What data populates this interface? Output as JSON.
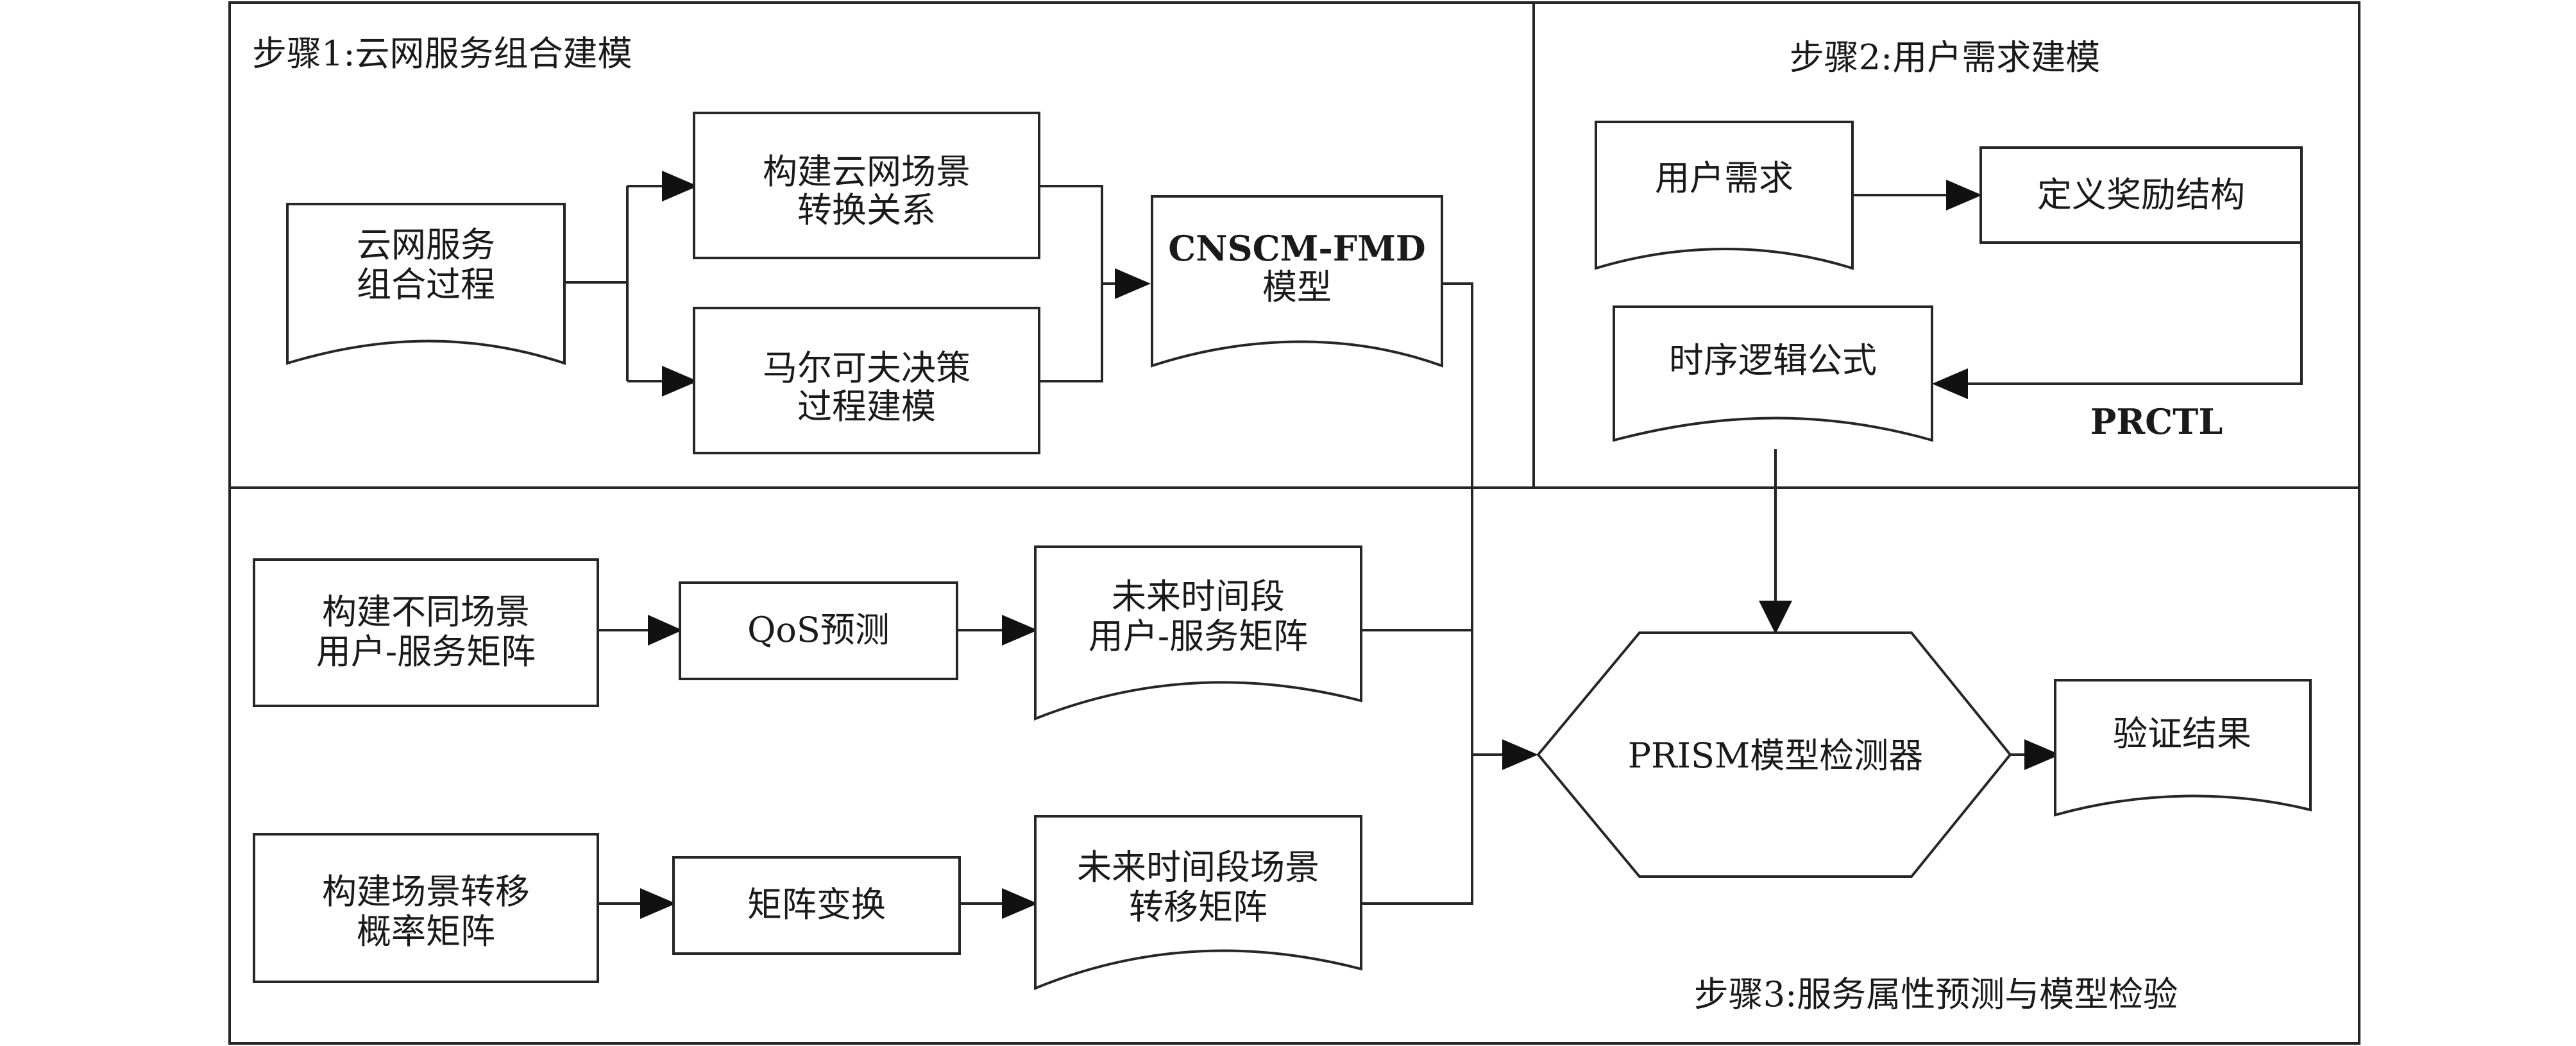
{
  "steps": {
    "step1": "步骤1:云网服务组合建模",
    "step2": "步骤2:用户需求建模",
    "step3": "步骤3:服务属性预测与模型检验"
  },
  "nodes": {
    "process": [
      "云网服务",
      "组合过程"
    ],
    "scene_rel": [
      "构建云网场景",
      "转换关系"
    ],
    "mdp": [
      "马尔可夫决策",
      "过程建模"
    ],
    "cnscm": [
      "CNSCM-FMD",
      "模型"
    ],
    "user_req": "用户需求",
    "reward": "定义奖励结构",
    "temporal": "时序逻辑公式",
    "prctl": "PRCTL",
    "um_build": [
      "构建不同场景",
      "用户-服务矩阵"
    ],
    "qos": "QoS预测",
    "future_um": [
      "未来时间段",
      "用户-服务矩阵"
    ],
    "tp_build": [
      "构建场景转移",
      "概率矩阵"
    ],
    "matrix_tx": "矩阵变换",
    "future_tm": [
      "未来时间段场景",
      "转移矩阵"
    ],
    "prism": "PRISM模型检测器",
    "result": "验证结果"
  }
}
